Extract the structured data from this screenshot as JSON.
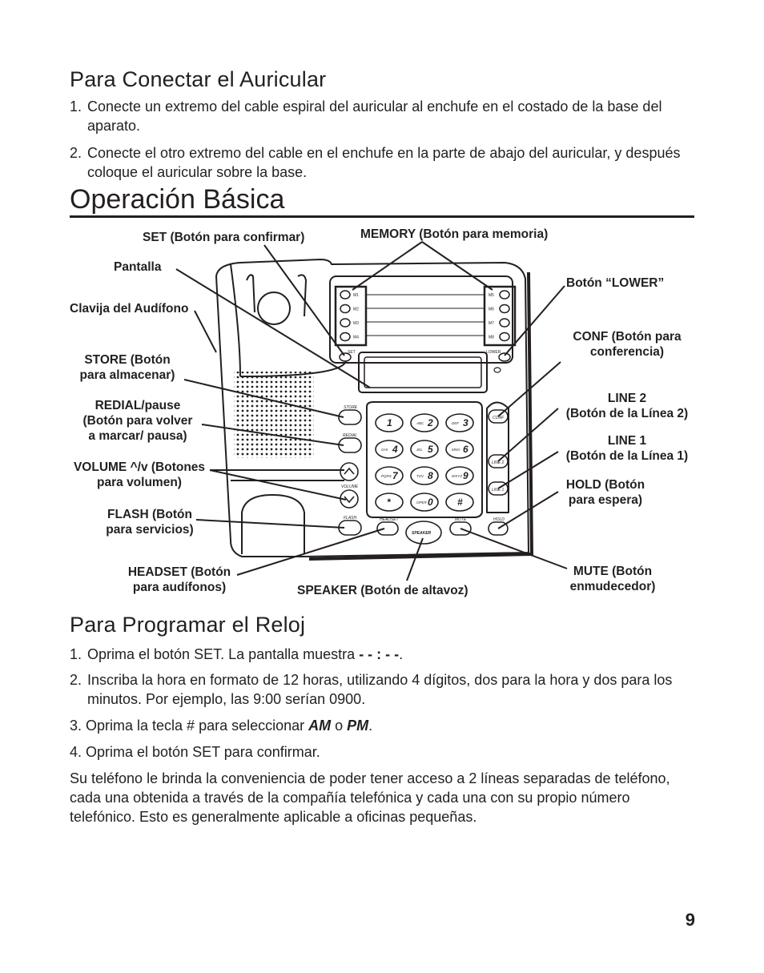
{
  "section_connect": {
    "heading": "Para Conectar el Auricular",
    "items": [
      {
        "num": "1.",
        "line1": "Conecte un extremo del cable espiral del auricular al enchufe en el costado de la base del",
        "line2": "aparato."
      },
      {
        "num": "2.",
        "line1": "Conecte el otro extremo del cable en el enchufe en la parte de abajo del auricular, y después",
        "line2": "coloque el auricular sobre la base."
      }
    ]
  },
  "section_operation": {
    "heading": "Operación Básica"
  },
  "diagram": {
    "labels": {
      "set": "SET (Botón para confirmar)",
      "memory": "MEMORY (Botón para memoria)",
      "pantalla": "Pantalla",
      "lower": "Botón “LOWER”",
      "clavija": "Clavija del Audífono",
      "conf_1": "CONF (Botón para",
      "conf_2": "conferencia)",
      "store_1": "STORE (Botón",
      "store_2": "para almacenar)",
      "line2_1": "LINE 2",
      "line2_2": "(Botón de la Línea 2)",
      "redial_1": "REDIAL/pause",
      "redial_2": "(Botón para volver",
      "redial_3": "a marcar/ pausa)",
      "line1_1": "LINE 1",
      "line1_2": "(Botón de la Línea 1)",
      "volume_1": "VOLUME ^/v (Botones",
      "volume_2": "para volumen)",
      "hold_1": "HOLD (Botón",
      "hold_2": "para espera)",
      "flash_1": "FLASH (Botón",
      "flash_2": "para servicios)",
      "headset_1": "HEADSET (Botón",
      "headset_2": "para audífonos)",
      "speaker": "SPEAKER (Botón de altavoz)",
      "mute_1": "MUTE (Botón",
      "mute_2": "enmudecedor)"
    },
    "phone": {
      "mem_left": [
        "M1",
        "M2",
        "M3",
        "M4"
      ],
      "mem_right": [
        "M5",
        "M6",
        "M7",
        "M8"
      ],
      "set": "SET",
      "lower": "LOWER",
      "store": "STORE",
      "redial": "REDIAL",
      "volume": "VOLUME",
      "flash": "FLASH",
      "headset": "HEADSET",
      "speaker": "SPEAKER",
      "mute": "MUTE",
      "conf": "CONF",
      "line2": "LINE 2",
      "line1": "LINE 1",
      "hold": "HOLD",
      "keys": [
        {
          "sub": "",
          "digit": "1"
        },
        {
          "sub": "ABC",
          "digit": "2"
        },
        {
          "sub": "DEF",
          "digit": "3"
        },
        {
          "sub": "GHI",
          "digit": "4"
        },
        {
          "sub": "JKL",
          "digit": "5"
        },
        {
          "sub": "MNO",
          "digit": "6"
        },
        {
          "sub": "PQRS",
          "digit": "7"
        },
        {
          "sub": "TUV",
          "digit": "8"
        },
        {
          "sub": "WXYZ",
          "digit": "9"
        },
        {
          "sub": "",
          "digit": "*"
        },
        {
          "sub": "OPER",
          "digit": "0"
        },
        {
          "sub": "",
          "digit": "#"
        }
      ]
    }
  },
  "section_clock": {
    "heading": "Para Programar el Reloj",
    "item1": {
      "num": "1.",
      "pre": "Oprima el botón SET. La pantalla muestra ",
      "bold": "- - : - -",
      "post": "."
    },
    "item2": {
      "num": "2.",
      "line1": "Inscriba la hora en formato de 12 horas, utilizando 4 dígitos, dos para la hora y dos para los",
      "line2": "minutos. Por ejemplo, las 9:00 serían 0900."
    },
    "item3": {
      "pre": "3. Oprima la tecla # para seleccionar ",
      "am": "AM",
      "mid": " o ",
      "pm": "PM",
      "post": "."
    },
    "item4": "4. Oprima el botón SET para confirmar.",
    "paragraph": {
      "line1": "Su teléfono le brinda la conveniencia de poder tener acceso a 2 líneas separadas de teléfono,",
      "line2": "cada una obtenida a través de la compañía telefónica y cada una con su propio número",
      "line3": "telefónico. Esto es generalmente aplicable a oficinas pequeñas."
    }
  },
  "page_number": "9"
}
